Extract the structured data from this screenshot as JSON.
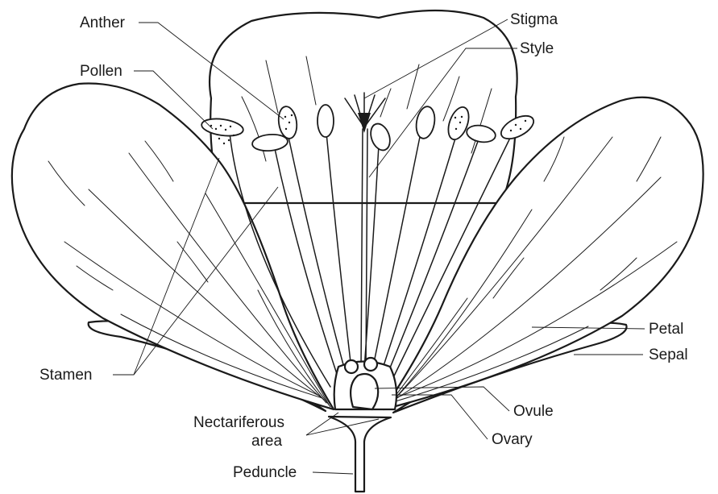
{
  "diagram": {
    "labels": {
      "anther": "Anther",
      "pollen": "Pollen",
      "stamen": "Stamen",
      "nectariferous_line1": "Nectariferous",
      "nectariferous_line2": "area",
      "peduncle": "Peduncle",
      "stigma": "Stigma",
      "style": "Style",
      "petal": "Petal",
      "sepal": "Sepal",
      "ovule": "Ovule",
      "ovary": "Ovary"
    }
  }
}
